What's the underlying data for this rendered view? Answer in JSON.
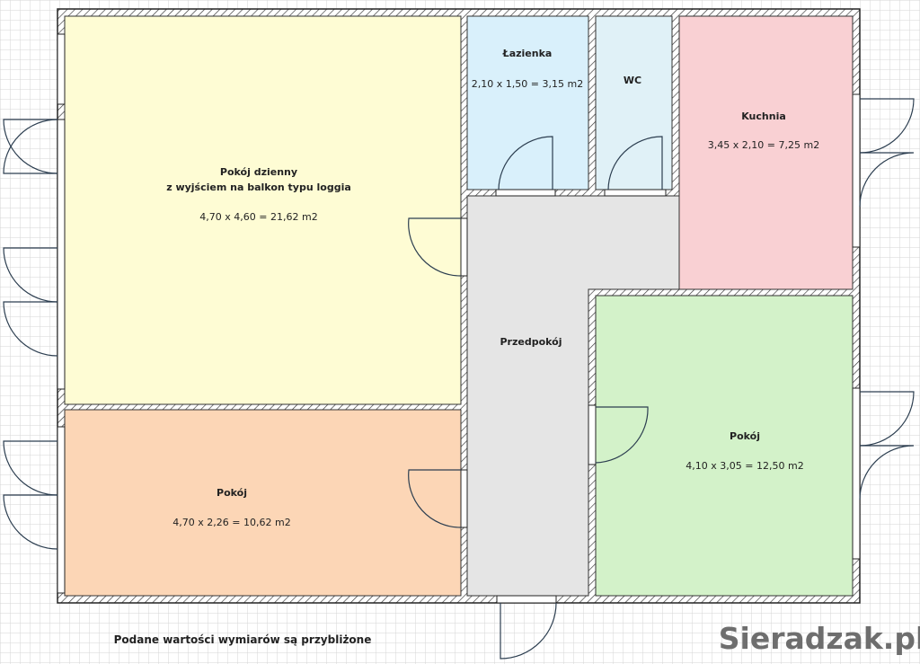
{
  "rooms": {
    "living": {
      "name": "Pokój dzienny",
      "subtitle": "z wyjściem na balkon typu loggia",
      "dimensions": "4,70 x 4,60 = 21,62 m2",
      "color": "#fefcd4"
    },
    "bathroom": {
      "name": "Łazienka",
      "dimensions": "2,10 x 1,50 = 3,15 m2",
      "color": "#d9f0fb"
    },
    "wc": {
      "name": "WC",
      "color": "#e0f1f7"
    },
    "kitchen": {
      "name": "Kuchnia",
      "dimensions": "3,45 x 2,10 = 7,25 m2",
      "color": "#f9d0d3"
    },
    "hall": {
      "name": "Przedpokój",
      "color": "#e5e5e5"
    },
    "room_right": {
      "name": "Pokój",
      "dimensions": "4,10 x 3,05 = 12,50 m2",
      "color": "#d3f2c9"
    },
    "room_left": {
      "name": "Pokój",
      "dimensions": "4,70 x 2,26 = 10,62 m2",
      "color": "#fcd6b6"
    }
  },
  "footer": {
    "note": "Podane wartości wymiarów są przybliżone",
    "logo": "Sieradzak.pl"
  }
}
